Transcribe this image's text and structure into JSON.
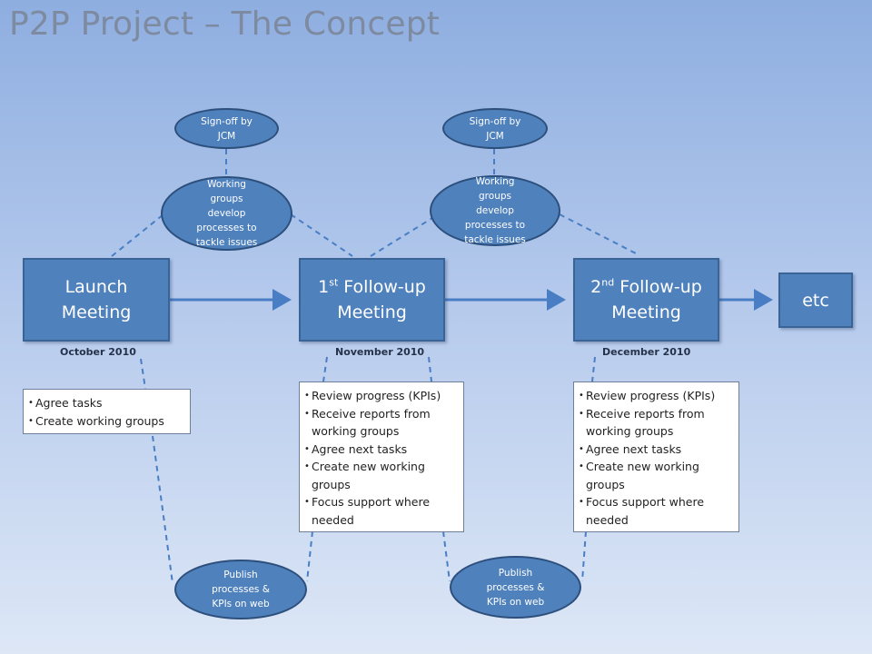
{
  "title": "P2P Project – The Concept",
  "meetings": {
    "launch": {
      "line1": "Launch",
      "line2": "Meeting"
    },
    "first": {
      "ord": "1",
      "sup": "st",
      "line1_rest": " Follow-up",
      "line2": "Meeting"
    },
    "second": {
      "ord": "2",
      "sup": "nd",
      "line1_rest": " Follow-up",
      "line2": "Meeting"
    },
    "etc": "etc"
  },
  "dates": {
    "launch": "October 2010",
    "first": "November 2010",
    "second": "December 2010"
  },
  "ovals": {
    "signoff1": "Sign-off by JCM",
    "signoff2": "Sign-off by JCM",
    "working1": "Working groups develop processes to tackle issues",
    "working2": "Working groups develop processes to tackle issues",
    "publish1": "Publish processes & KPIs on web",
    "publish2": "Publish processes & KPIs on web"
  },
  "notes": {
    "launch": [
      "Agree tasks",
      "Create working groups"
    ],
    "first": [
      "Review progress (KPIs)",
      "Receive reports from working groups",
      "Agree next tasks",
      "Create new working groups",
      "Focus support where needed"
    ],
    "second": [
      "Review progress (KPIs)",
      "Receive reports from working groups",
      "Agree next tasks",
      "Create new working groups",
      "Focus support where needed"
    ]
  },
  "colors": {
    "box_fill": "#4f81bd",
    "box_border": "#3a6496",
    "connector": "#4a7ec4",
    "title": "#7d8aa0"
  }
}
